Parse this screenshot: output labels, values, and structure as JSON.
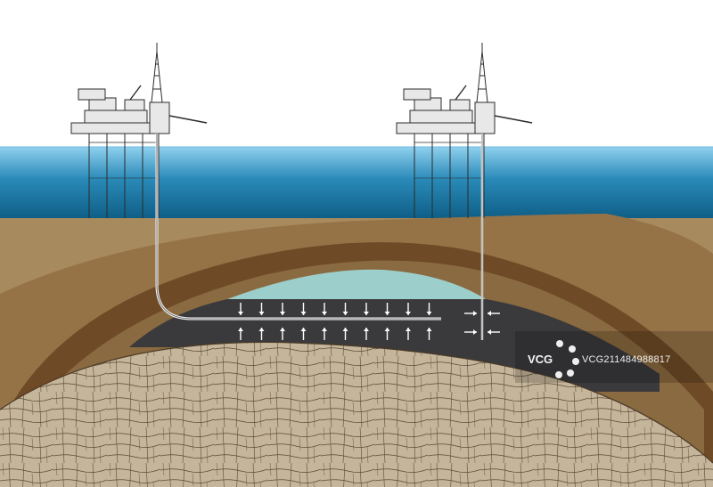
{
  "diagram": {
    "subject": "offshore-oil-platforms-horizontal-well",
    "colors": {
      "sky": "#ffffff",
      "sea_top": "#8fd0ee",
      "sea_bottom": "#0f5f86",
      "seabed": "#a88a5f",
      "sediment": "#957347",
      "cap_rock": "#6e4a26",
      "gas_cap": "#9ccfcb",
      "oil_zone": "#3a3a3c",
      "basement": "#c5b59a",
      "platform_steel": "#e8e8e8",
      "platform_outline": "#2b2b2b"
    },
    "flow_arrows": {
      "down_count": 10,
      "up_count": 10,
      "side_pairs": 2
    }
  },
  "watermark": {
    "logo": "VCG",
    "text": "VCG211484988817"
  }
}
